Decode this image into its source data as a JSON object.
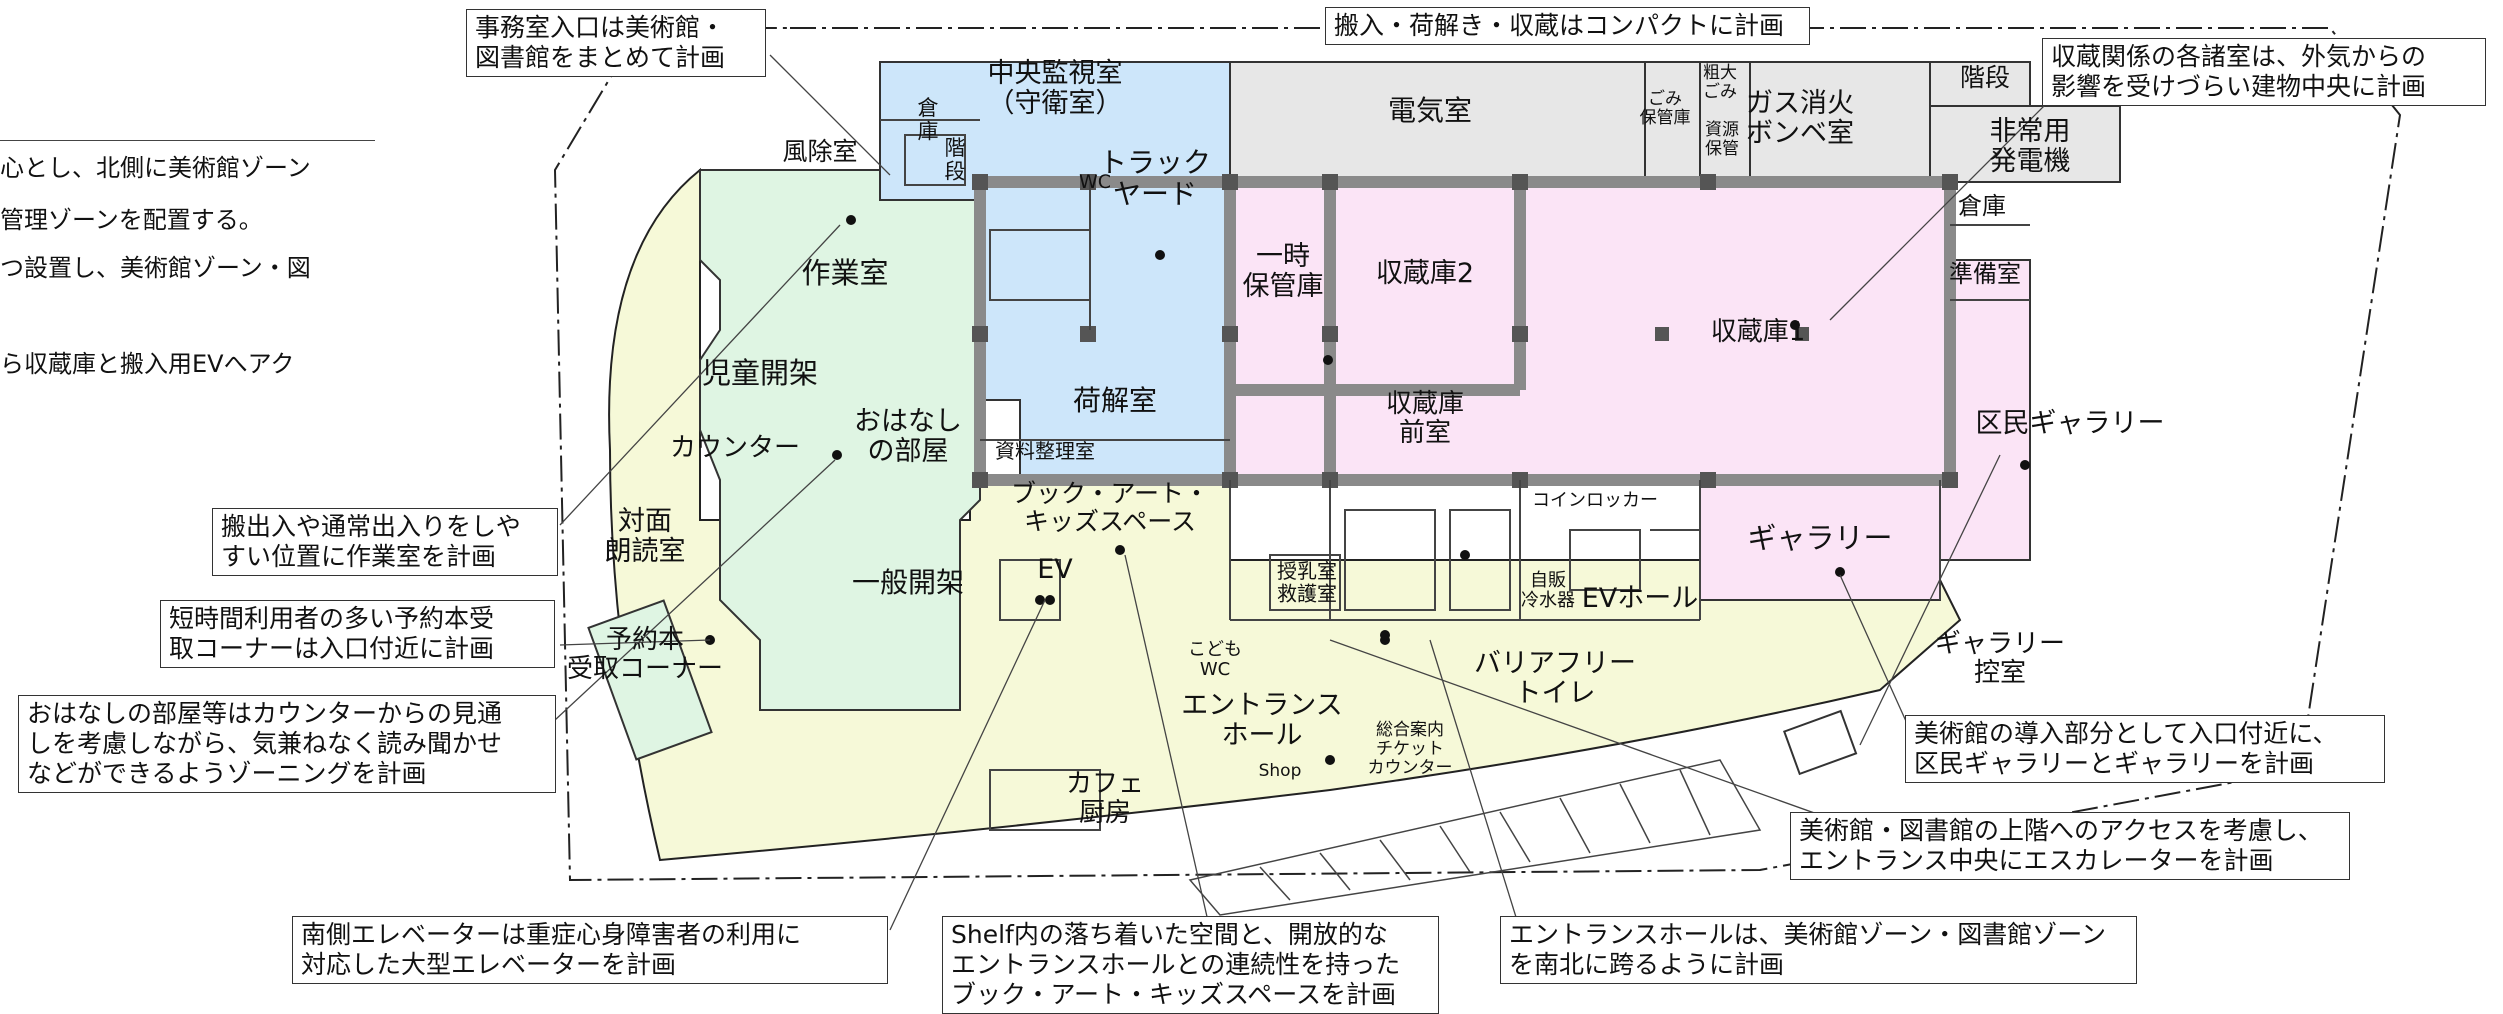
{
  "left_text": [
    "心とし、北側に美術館ゾーン",
    "管理ゾーンを配置する。",
    "つ設置し、美術館ゾーン・図",
    "ら収蔵庫と搬入用EVへアク"
  ],
  "rooms": {
    "central_monitor": "中央監視室\n（守衛室）",
    "windbreak": "風除室",
    "storage_small": "倉\n庫",
    "stairs_small": "階\n段",
    "wc": "WC",
    "truck_yard": "トラック\nヤード",
    "electric": "電気室",
    "garbage": "ごみ\n保管庫",
    "bulky_garbage": "粗大\nごみ",
    "resource_storage": "資源\n保管",
    "gas_fire": "ガス消火\nボンベ室",
    "stairs": "階段",
    "generator": "非常用\n発電機",
    "storage": "倉庫",
    "prep_room": "準備室",
    "work_room": "作業室",
    "temp_storage": "一時\n保管庫",
    "archive2": "収蔵庫2",
    "archive1": "収蔵庫1",
    "children_stacks": "児童開架",
    "unloading": "荷解室",
    "storytelling": "おはなし\nの部屋",
    "counter": "カウンター",
    "material_room": "資料整理室",
    "archive_anteroom": "収蔵庫\n前室",
    "ward_gallery": "区民ギャラリー",
    "book_art_kids": "ブック・アート・\nキッズスペース",
    "coin_locker": "コインロッカー",
    "reading_room": "対面\n朗読室",
    "general_stacks": "一般開架",
    "ev": "EV",
    "nursing": "授乳室\n救護室",
    "vending": "自販\n冷水器",
    "ev_hall": "EVホール",
    "gallery": "ギャラリー",
    "reservation": "予約本\n受取コーナー",
    "kids_wc": "こども\nWC",
    "barrier_free": "バリアフリー\nトイレ",
    "gallery_waiting": "ギャラリー\n控室",
    "entrance_hall": "エントランス\nホール",
    "info_counter": "総合案内\nチケット\nカウンター",
    "shop": "Shop",
    "cafe_kitchen": "カフェ\n厨房"
  },
  "callouts": {
    "office_entrance": "事務室入口は美術館・\n図書館をまとめて計画",
    "compact": "搬入・荷解き・収蔵はコンパクトに計画",
    "archive_center": "収蔵関係の各諸室は、外気からの\n影響を受けづらい建物中央に計画",
    "work_room_position": "搬出入や通常出入りをしや\nすい位置に作業室を計画",
    "reservation_corner": "短時間利用者の多い予約本受\n取コーナーは入口付近に計画",
    "storytelling_zone": "おはなしの部屋等はカウンターからの見通\nしを考慮しながら、気兼ねなく読み聞かせ\nなどができるようゾーニングを計画",
    "gallery_entry": "美術館の導入部分として入口付近に、\n区民ギャラリーとギャラリーを計画",
    "escalator": "美術館・図書館の上階へのアクセスを考慮し、\nエントランス中央にエスカレーターを計画",
    "south_elevator": "南側エレベーターは重症心身障害者の利用に\n対応した大型エレベーターを計画",
    "shelf": "Shelf内の落ち着いた空間と、開放的な\nエントランスホールとの連続性を持った\nブック・アート・キッズスペースを計画",
    "entrance_hall_note": "エントランスホールは、美術館ゾーン・図書館ゾーン\nを南北に跨るように計画"
  },
  "colors": {
    "library_zone": "#dff5e3",
    "entrance_zone": "#f6f9d8",
    "admin_zone": "#cde6fa",
    "archive_zone": "#fbe4f6",
    "service_zone": "#e7e7e7"
  }
}
